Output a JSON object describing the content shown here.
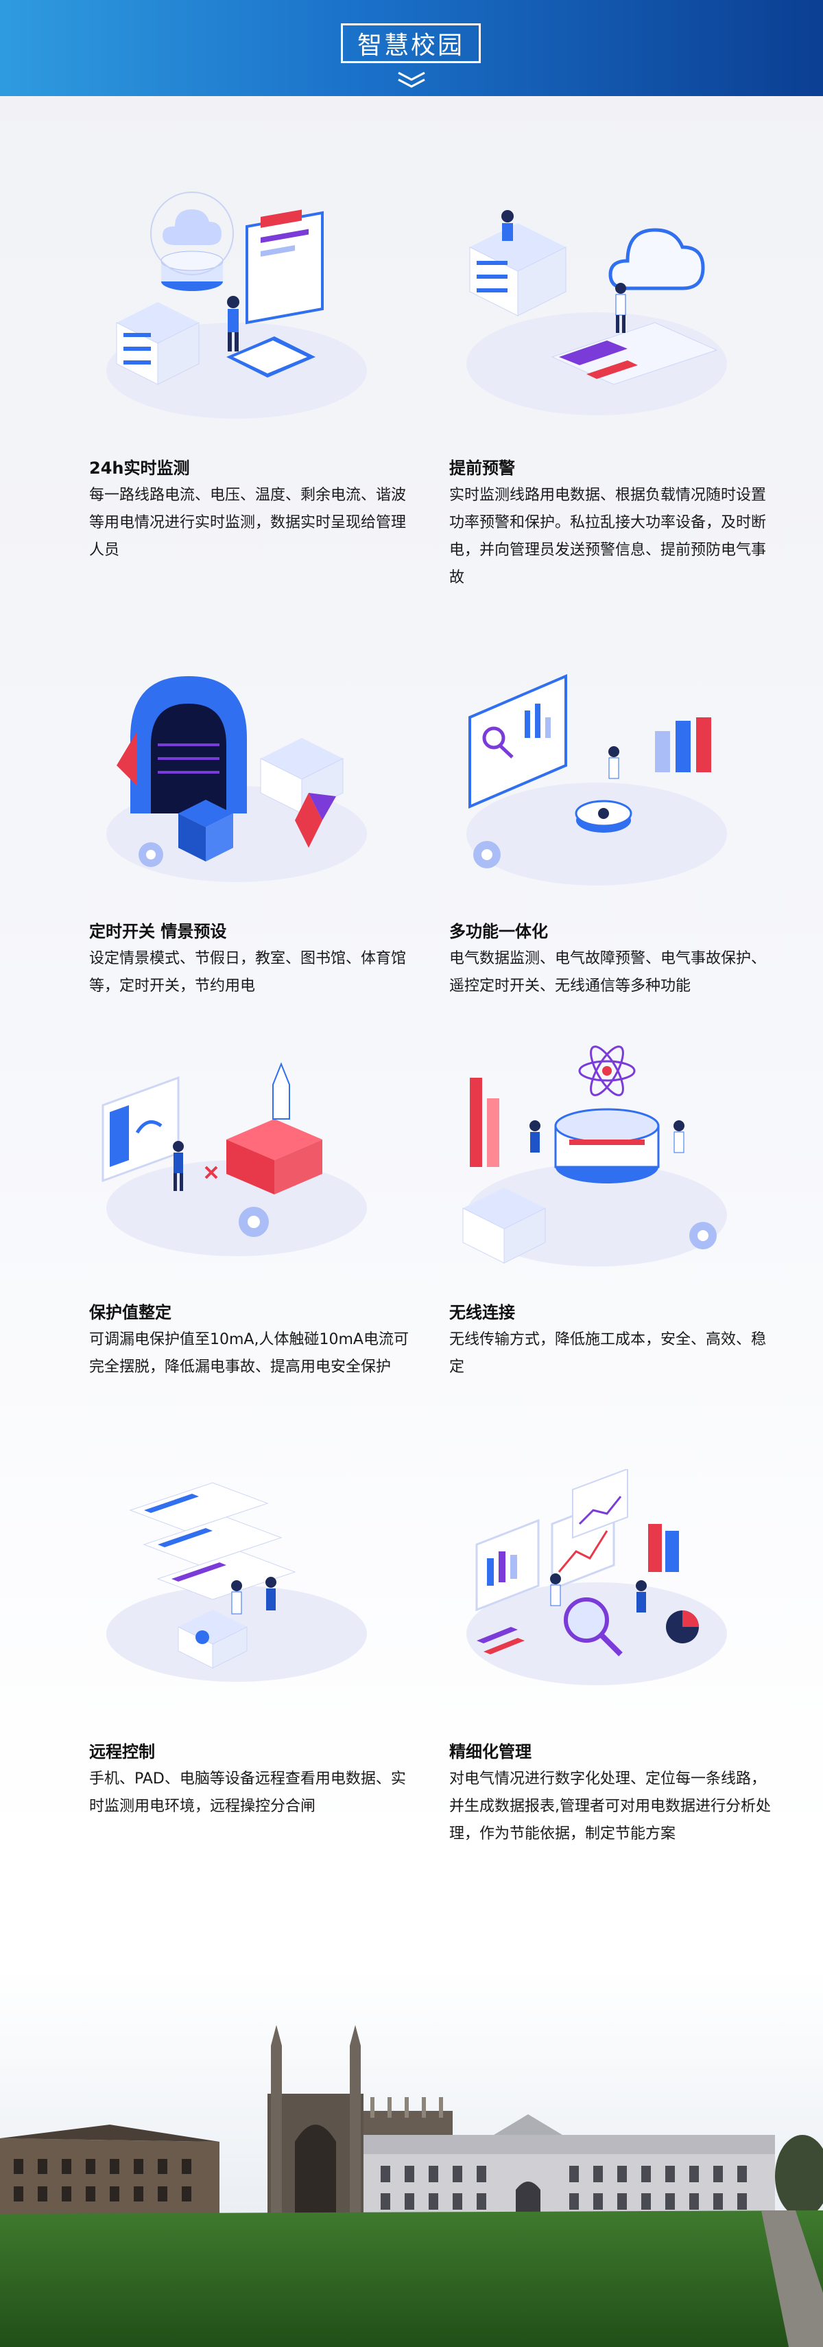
{
  "header": {
    "title": "智慧校园"
  },
  "features": [
    {
      "title": "24h实时监测",
      "desc": "每一路线路电流、电压、温度、剩余电流、谐波等用电情况进行实时监测，数据实时呈现给管理人员"
    },
    {
      "title": "提前预警",
      "desc": "实时监测线路用电数据、根据负载情况随时设置功率预警和保护。私拉乱接大功率设备，及时断电，并向管理员发送预警信息、提前预防电气事故"
    },
    {
      "title": "定时开关 情景预设",
      "desc": "设定情景模式、节假日，教室、图书馆、体育馆等，定时开关，节约用电"
    },
    {
      "title": "多功能一体化",
      "desc": "电气数据监测、电气故障预警、电气事故保护、遥控定时开关、无线通信等多种功能"
    },
    {
      "title": "保护值整定",
      "desc": "可调漏电保护值至10mA,人体触碰10mA电流可完全摆脱，降低漏电事故、提高用电安全保护"
    },
    {
      "title": "无线连接",
      "desc": "无线传输方式，降低施工成本，安全、高效、稳定"
    },
    {
      "title": "远程控制",
      "desc": "手机、PAD、电脑等设备远程查看用电数据、实时监测用电环境，远程操控分合闸"
    },
    {
      "title": "精细化管理",
      "desc": "对电气情况进行数字化处理、定位每一条线路，并生成数据报表,管理者可对用电数据进行分析处理，作为节能依据，制定节能方案"
    }
  ],
  "icons": [
    "chevron-down-icon",
    "isometric-illustration",
    "campus-photo"
  ],
  "colors": {
    "header_start": "#2f9bdf",
    "header_end": "#0b3f93",
    "accent_blue": "#2f6ff0",
    "accent_red": "#e8394a",
    "accent_purple": "#7a3bd8"
  }
}
